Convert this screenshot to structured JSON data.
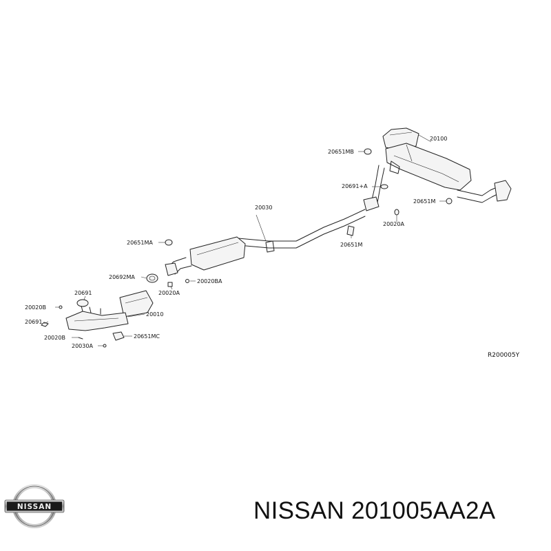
{
  "diagram": {
    "reference_code": "R200005Y",
    "part_labels": {
      "muffler_rear": "20100",
      "mount_rubber_mb": "20651MB",
      "gasket_a": "20691+A",
      "mount_rubber_m_rear": "20651M",
      "center_pipe": "20030",
      "clamp_a_rear": "20020A",
      "mount_rubber_m_center": "20651M",
      "mount_rubber_ma": "20651MA",
      "gasket_ma": "20692MA",
      "spring_bolt_a": "20020A",
      "nut_a": "20020BA",
      "gasket_front": "20691",
      "bolt_b": "20020B",
      "gasket_front_left": "20691",
      "catalyst": "20010",
      "bolt_b2": "20020B",
      "mount_rubber_mc": "20651MC",
      "stud_a": "20030A"
    }
  },
  "footer": {
    "brand_logo_text": "NISSAN",
    "caption": "NISSAN 201005AA2A"
  }
}
